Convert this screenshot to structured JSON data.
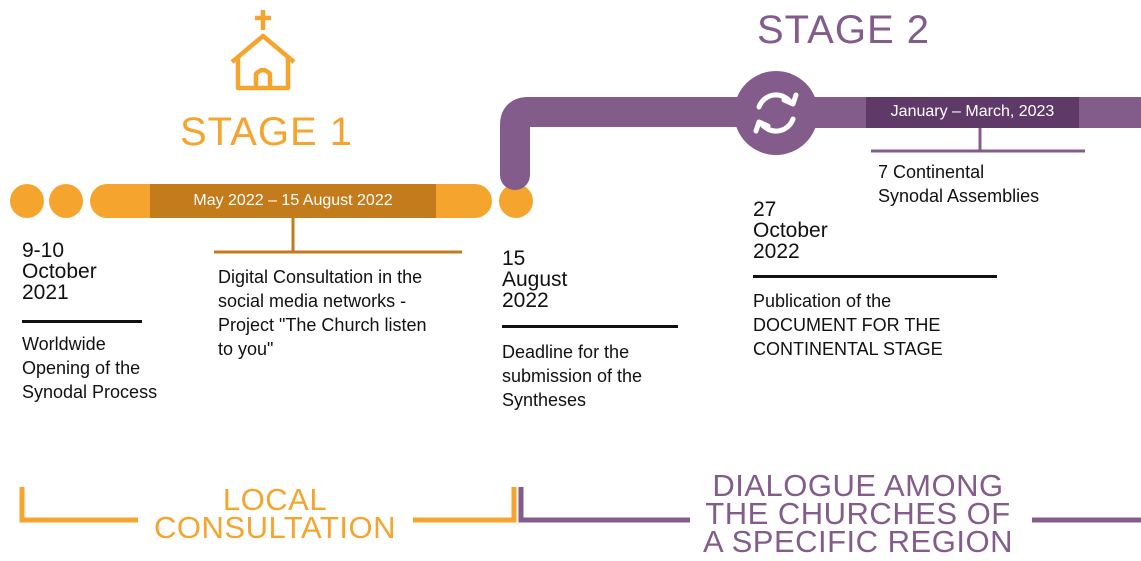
{
  "stage1": {
    "title": "STAGE 1",
    "period_label": "May 2022 – 15 August 2022",
    "opening_date": "9-10\nOctober\n2021",
    "opening_desc": "Worldwide\nOpening of the\nSynodal Process",
    "consultation_desc": "Digital Consultation in the\nsocial media networks -\nProject \"The Church listen\nto you\"",
    "deadline_date": "15\nAugust\n2022",
    "deadline_desc": "Deadline for the\nsubmission of the\nSyntheses",
    "caption": "LOCAL\nCONSULTATION"
  },
  "stage2": {
    "title": "STAGE 2",
    "period_label": "January – March, 2023",
    "assemblies_desc": "7 Continental\nSynodal Assemblies",
    "publication_date": "27\nOctober\n2022",
    "publication_desc": "Publication of the\nDOCUMENT FOR THE\nCONTINENTAL STAGE",
    "caption": "DIALOGUE AMONG\nTHE CHURCHES OF\nA SPECIFIC REGION"
  },
  "icons": {
    "stage1": "church-icon",
    "stage2": "cycle-arrows-icon"
  },
  "colors": {
    "orange": "#F5A52D",
    "orange_dark": "#C47B1B",
    "purple": "#835C8C",
    "purple_dark": "#5F3A68"
  }
}
